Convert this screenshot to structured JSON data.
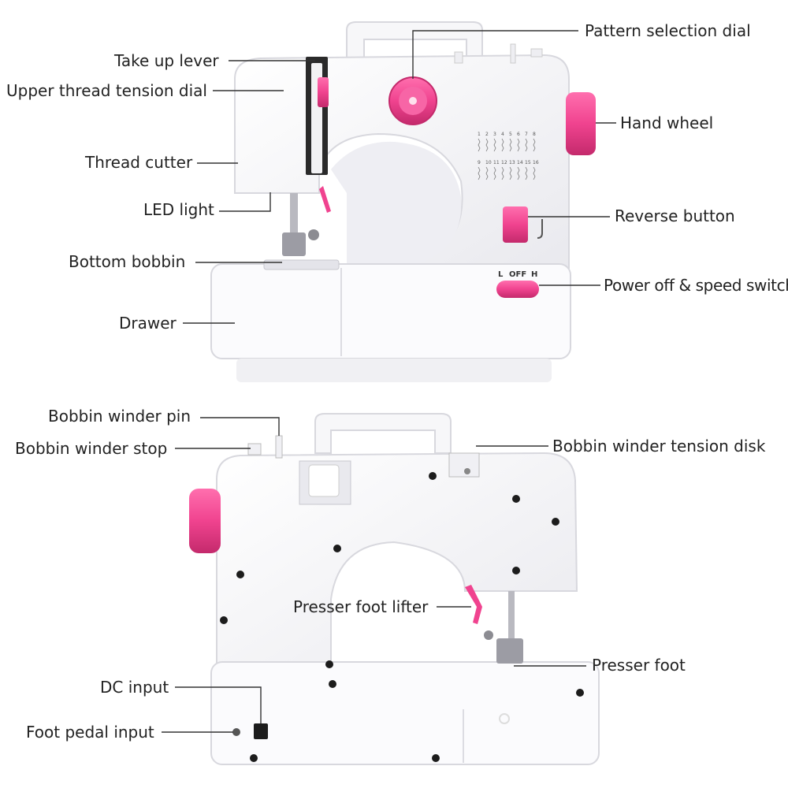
{
  "colors": {
    "body": "#fafafa",
    "shadow": "#e6e6ea",
    "pink": "#f0438f",
    "pink_dark": "#d02c74",
    "line": "#333333",
    "text": "#222222"
  },
  "front_view": {
    "stitch_numbers_row1": [
      "1",
      "2",
      "3",
      "4",
      "5",
      "6",
      "7",
      "8"
    ],
    "stitch_numbers_row2": [
      "9",
      "10",
      "11",
      "12",
      "13",
      "14",
      "15",
      "16"
    ],
    "speed_switch_labels": [
      "L",
      "OFF",
      "H"
    ],
    "callouts": [
      {
        "id": "take-up-lever",
        "text": "Take up lever"
      },
      {
        "id": "upper-thread-tension-dial",
        "text": "Upper thread tension dial"
      },
      {
        "id": "thread-cutter",
        "text": "Thread cutter"
      },
      {
        "id": "led-light",
        "text": "LED light"
      },
      {
        "id": "bottom-bobbin",
        "text": "Bottom bobbin"
      },
      {
        "id": "drawer",
        "text": "Drawer"
      },
      {
        "id": "pattern-selection-dial",
        "text": "Pattern selection dial"
      },
      {
        "id": "hand-wheel",
        "text": "Hand wheel"
      },
      {
        "id": "reverse-button",
        "text": "Reverse button"
      },
      {
        "id": "power-speed-switch",
        "text": "Power off & speed switch"
      }
    ]
  },
  "back_view": {
    "callouts": [
      {
        "id": "bobbin-winder-pin",
        "text": "Bobbin winder pin"
      },
      {
        "id": "bobbin-winder-stop",
        "text": "Bobbin winder stop"
      },
      {
        "id": "bobbin-winder-tension-disk",
        "text": "Bobbin winder tension disk"
      },
      {
        "id": "presser-foot-lifter",
        "text": "Presser foot lifter"
      },
      {
        "id": "presser-foot",
        "text": "Presser foot"
      },
      {
        "id": "dc-input",
        "text": "DC input"
      },
      {
        "id": "foot-pedal-input",
        "text": "Foot pedal input"
      }
    ]
  }
}
